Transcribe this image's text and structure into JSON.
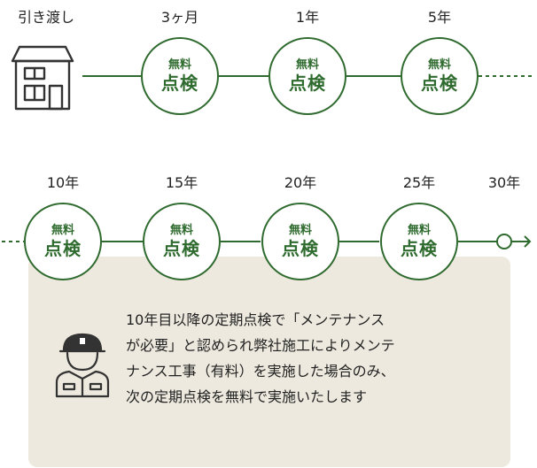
{
  "top_row": {
    "start_label": "引き渡し",
    "milestones": [
      {
        "period": "3ヶ月",
        "line1": "無料",
        "line2": "点検"
      },
      {
        "period": "1年",
        "line1": "無料",
        "line2": "点検"
      },
      {
        "period": "5年",
        "line1": "無料",
        "line2": "点検"
      }
    ]
  },
  "bottom_row": {
    "milestones": [
      {
        "period": "10年",
        "line1": "無料",
        "line2": "点検"
      },
      {
        "period": "15年",
        "line1": "無料",
        "line2": "点検"
      },
      {
        "period": "20年",
        "line1": "無料",
        "line2": "点検"
      },
      {
        "period": "25年",
        "line1": "無料",
        "line2": "点検"
      }
    ],
    "end_label": "30年"
  },
  "note": {
    "lines": [
      "10年目以降の定期点検で「メンテナンス",
      "が必要」と認められ弊社施工によりメンテ",
      "ナンス工事（有料）を実施した場合のみ、",
      "次の定期点検を無料で実施いたします"
    ]
  },
  "colors": {
    "accent": "#2f6b2f",
    "panel_bg": "#ede9de",
    "text": "#222222"
  },
  "icons": {
    "start": "house-icon",
    "note": "worker-icon",
    "end": "arrow-right-icon"
  }
}
